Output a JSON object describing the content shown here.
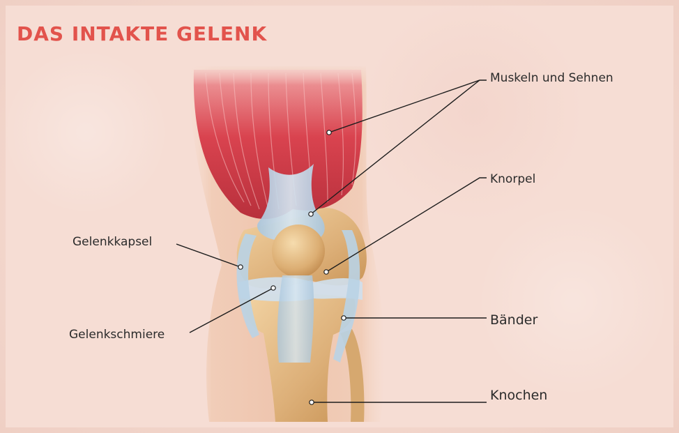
{
  "title": "DAS INTAKTE GELENK",
  "labels": {
    "muscles": "Muskeln und Sehnen",
    "cartilage": "Knorpel",
    "capsule": "Gelenkkapsel",
    "synovia": "Gelenkschmiere",
    "ligaments": "Bänder",
    "bone": "Knochen"
  },
  "colors": {
    "title": "#e2534c",
    "muscle": "#d94f5a",
    "tendon": "#b9d3e6",
    "bone": "#e8c08a",
    "skin": "#efc8b3"
  }
}
